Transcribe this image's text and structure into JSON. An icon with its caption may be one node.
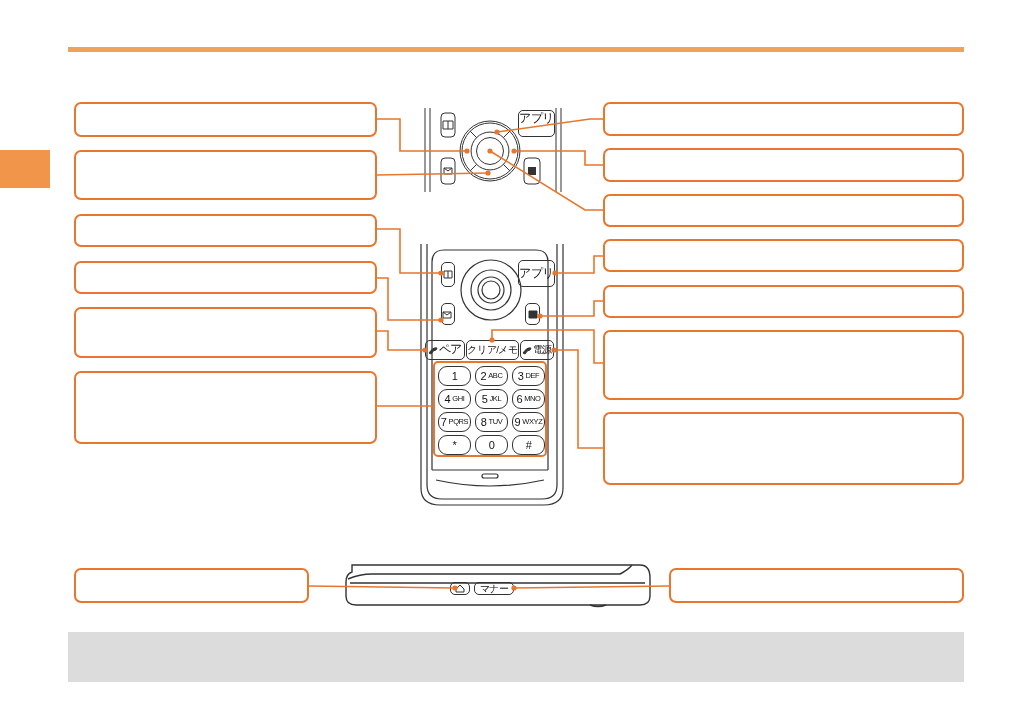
{
  "diagram": {
    "nodes": [
      {
        "text": [],
        "shape": "box"
      },
      {
        "text": [],
        "shape": "box"
      },
      {
        "text": [],
        "shape": "box"
      },
      {
        "text": [],
        "shape": "box"
      },
      {
        "text": [],
        "shape": "box"
      },
      {
        "text": [],
        "shape": "box"
      },
      {
        "text": [],
        "shape": "box"
      },
      {
        "text": [],
        "shape": "box"
      },
      {
        "text": [],
        "shape": "box"
      },
      {
        "text": [],
        "shape": "box"
      },
      {
        "text": [],
        "shape": "box"
      },
      {
        "text": [],
        "shape": "box"
      },
      {
        "text": [],
        "shape": "box"
      },
      {
        "text": [],
        "shape": "box"
      },
      {
        "text": [],
        "shape": "box"
      },
      {
        "text": [],
        "shape": "arc"
      },
      {
        "text": [],
        "shape": "arc"
      },
      {
        "text": [],
        "shape": "box"
      },
      {
        "text": [],
        "shape": "box"
      },
      {
        "text": [
          "ペア"
        ]
      },
      {
        "text": [],
        "shape": "box"
      },
      {
        "text": [],
        "shape": "arc"
      },
      {
        "text": [],
        "shape": "arc"
      },
      {
        "text": [],
        "shape": "circle"
      },
      {
        "text": [
          "アプリ"
        ]
      },
      {
        "text": [],
        "shape": "box"
      },
      {
        "text": [
          "クリア/メモ"
        ]
      },
      {
        "text": [
          "電源"
        ]
      },
      {
        "text": [],
        "shape": "box"
      },
      {
        "text": [
          "マナー"
        ]
      },
      {
        "text": [],
        "shape": "bar"
      }
    ],
    "edges": [
      {
        "from": 0,
        "to": 15,
        "arrow": "other"
      },
      {
        "from": 1,
        "to": 16,
        "arrow": "other"
      },
      {
        "from": 2,
        "to": 17,
        "arrow": "other"
      },
      {
        "from": 3,
        "to": 18,
        "arrow": "other"
      },
      {
        "from": 4,
        "to": 19,
        "arrow": "other"
      },
      {
        "from": 5,
        "to": 20,
        "arrow": "none"
      },
      {
        "from": 6,
        "to": 21,
        "arrow": "other"
      },
      {
        "from": 7,
        "to": 22,
        "arrow": "other"
      },
      {
        "from": 8,
        "to": 23,
        "arrow": "other"
      },
      {
        "from": 9,
        "to": 24,
        "arrow": "other"
      },
      {
        "from": 10,
        "to": 25,
        "arrow": "other"
      },
      {
        "from": 11,
        "to": 26,
        "arrow": "other"
      },
      {
        "from": 12,
        "to": 27,
        "arrow": "other"
      },
      {
        "from": 13,
        "to": 28,
        "arrow": "other"
      },
      {
        "from": 14,
        "to": 29,
        "arrow": "other"
      }
    ],
    "labels": [
      "アプリ",
      "1",
      "2",
      "ABC",
      "3",
      "DEF",
      "4",
      "GHI",
      "5",
      "JKL",
      "6",
      "MNO",
      "7",
      "PQRS",
      "8",
      "TUV",
      "9",
      "WXYZ",
      "*",
      "0",
      "#"
    ]
  }
}
